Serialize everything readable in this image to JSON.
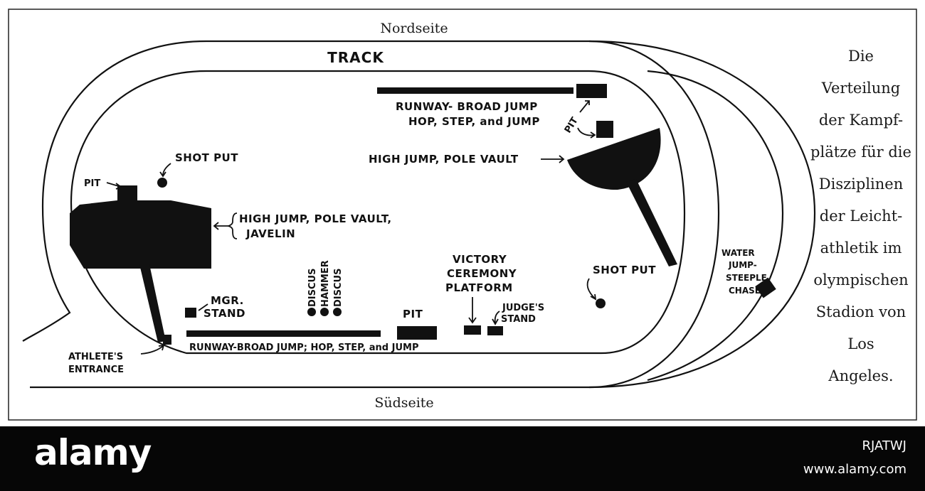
{
  "map": {
    "north": "Nordseite",
    "south": "Südseite",
    "track": "TRACK",
    "runway_top_1": "RUNWAY- BROAD JUMP",
    "runway_top_2": "HOP, STEP, and JUMP",
    "pit_top": "PIT",
    "high_jump_right": "HIGH JUMP, POLE VAULT",
    "shot_put_left": "SHOT PUT",
    "pit_left": "PIT",
    "high_jump_left_1": "HIGH JUMP, POLE VAULT,",
    "high_jump_left_2": "JAVELIN",
    "discus_1": "DISCUS",
    "hammer": "HAMMER",
    "discus_2": "DISCUS",
    "mgr_1": "MGR.",
    "mgr_2": "STAND",
    "pit_bottom": "PIT",
    "victory_1": "VICTORY",
    "victory_2": "CEREMONY",
    "victory_3": "PLATFORM",
    "judges_1": "JUDGE'S",
    "judges_2": "STAND",
    "shot_put_right": "SHOT PUT",
    "water_1": "WATER",
    "water_2": "JUMP-",
    "water_3": "STEEPLE",
    "water_4": "CHASE",
    "runway_bottom": "RUNWAY-BROAD JUMP; HOP, STEP, and JUMP",
    "athletes_1": "ATHLETE'S",
    "athletes_2": "ENTRANCE"
  },
  "caption": {
    "lines": [
      "Die",
      "Verteilung",
      "der Kampf-",
      "plätze für die",
      "Disziplinen",
      "der Leicht-",
      "athletik im",
      "olympischen",
      "Stadion von",
      "Los",
      "Angeles."
    ]
  },
  "banner": {
    "logo": "alamy",
    "image_id": "RJATWJ",
    "url": "www.alamy.com"
  }
}
